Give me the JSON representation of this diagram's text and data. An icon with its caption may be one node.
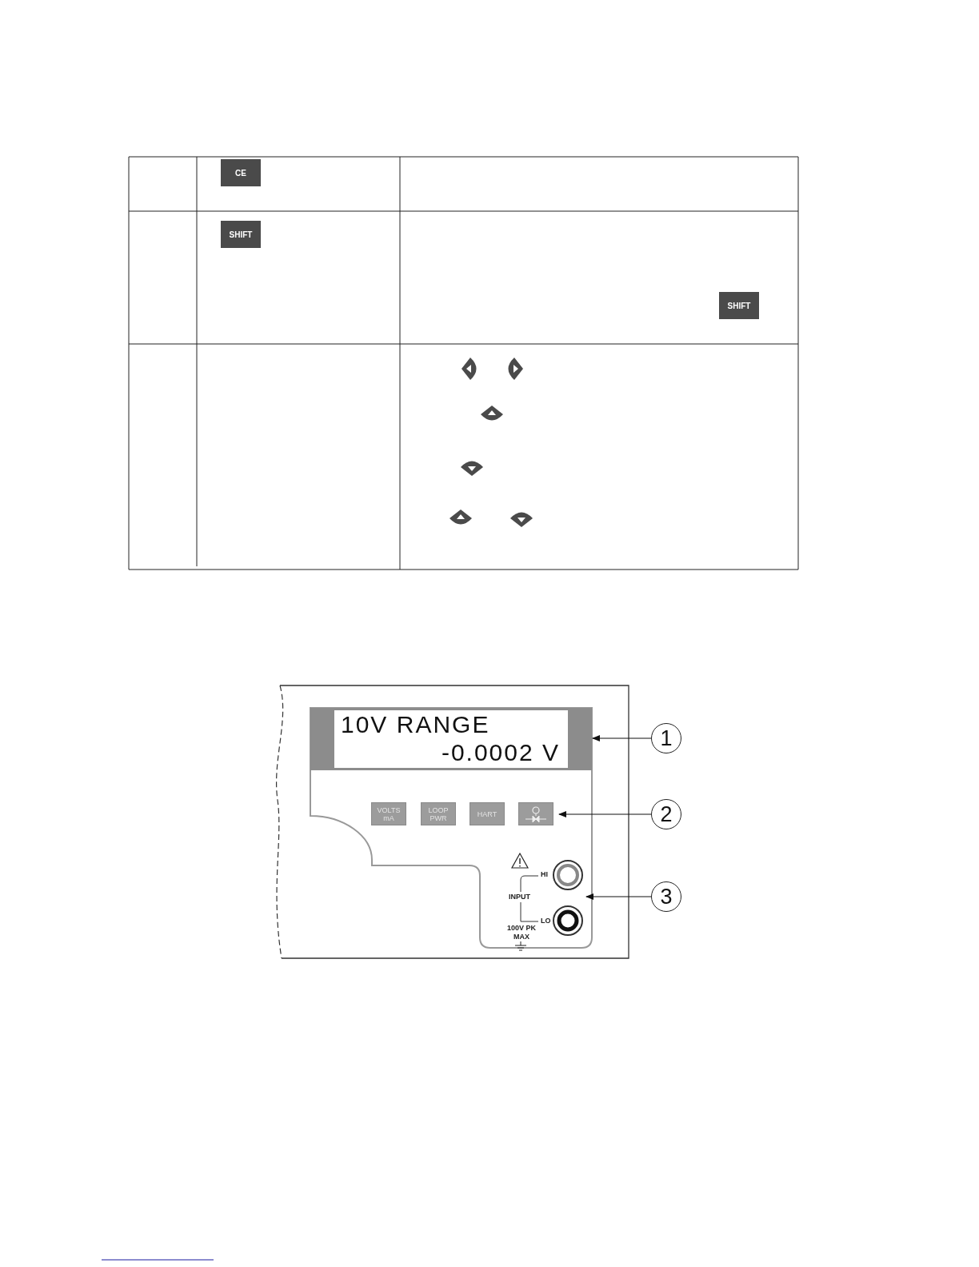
{
  "diagram": {
    "nodes": [
      {
        "text": [
          "10V RANGE",
          "-0.0002 V"
        ]
      },
      {
        "text": [
          "1"
        ]
      },
      {
        "text": [],
        "shape": "box"
      },
      {
        "text": [
          "2"
        ]
      },
      {
        "text": [],
        "shape": "circle"
      },
      {
        "text": [
          "3"
        ]
      }
    ],
    "edges": [
      {
        "from": 1,
        "to": 0,
        "arrow": "to"
      },
      {
        "from": 3,
        "to": 2,
        "arrow": "to"
      },
      {
        "from": 5,
        "to": 4,
        "arrow": "to"
      }
    ],
    "labels": [
      "CE",
      "SHIFT",
      "SHIFT",
      "VOLTS mA",
      "LOOP PWR",
      "HART",
      "HI",
      "INPUT",
      "LO",
      "100V PK MAX"
    ]
  }
}
